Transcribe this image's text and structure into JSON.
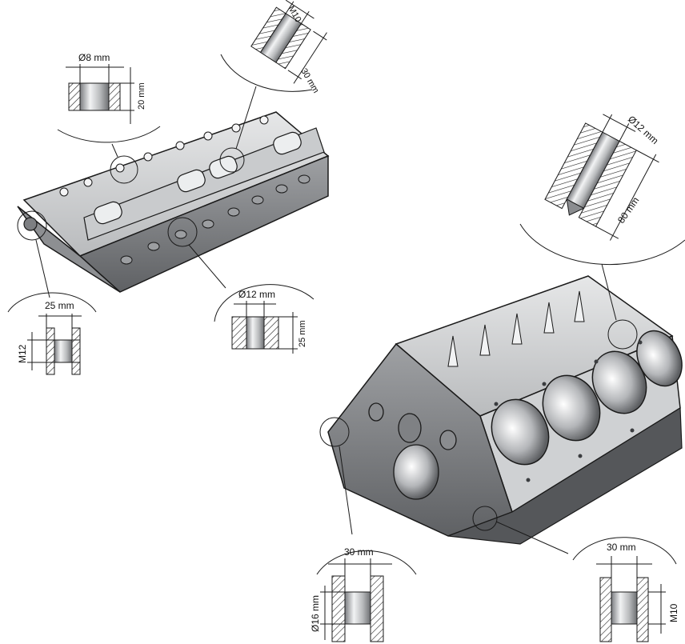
{
  "callouts": {
    "head_guide_hole": {
      "dia": "Ø8 mm",
      "depth": "20 mm"
    },
    "head_thread_top": {
      "thread": "M10",
      "depth": "30 mm"
    },
    "head_end_hole": {
      "width": "25 mm",
      "thread": "M12"
    },
    "head_bottom_hole": {
      "dia": "Ø12 mm",
      "depth": "25 mm"
    },
    "block_top_hole": {
      "dia": "Ø12 mm",
      "depth": "80 mm"
    },
    "block_front_left": {
      "width": "30 mm",
      "dia": "Ø16 mm"
    },
    "block_front_right": {
      "width": "30 mm",
      "thread": "M10"
    }
  },
  "colors": {
    "metal_light": "#d9dadb",
    "metal_mid": "#a9abad",
    "metal_dark": "#6f7174",
    "outline": "#1a1a1a",
    "hatch": "#222222"
  }
}
